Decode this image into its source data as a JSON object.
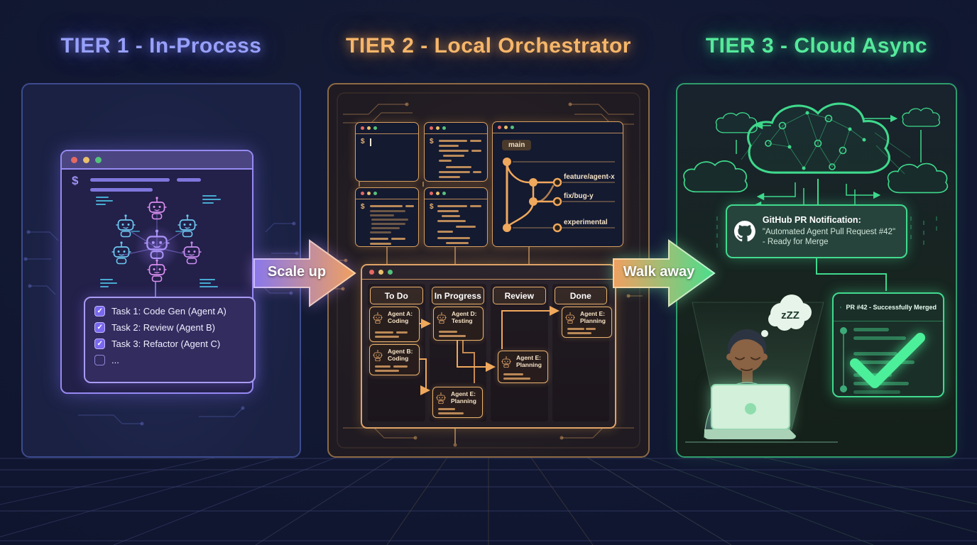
{
  "tier1": {
    "title": "TIER 1 - In-Process",
    "terminal_prompt": "$",
    "tasks": [
      {
        "label": "Task 1: Code Gen (Agent A)",
        "checked": true
      },
      {
        "label": "Task 2: Review (Agent B)",
        "checked": true
      },
      {
        "label": "Task 3: Refactor (Agent C)",
        "checked": true
      },
      {
        "label": "...",
        "checked": false
      }
    ]
  },
  "arrows": {
    "scale_up": "Scale up",
    "walk_away": "Walk away"
  },
  "tier2": {
    "title": "TIER 2 - Local Orchestrator",
    "terminal_prompt": "$",
    "git": {
      "main_branch": "main",
      "branches": [
        "feature/agent-x",
        "fix/bug-y",
        "experimental"
      ]
    },
    "kanban": {
      "columns": [
        "To Do",
        "In Progress",
        "Review",
        "Done"
      ],
      "cards": [
        {
          "column": "To Do",
          "label": "Agent A: Coding"
        },
        {
          "column": "To Do",
          "label": "Agent B: Coding"
        },
        {
          "column": "In Progress",
          "label": "Agent D: Testing"
        },
        {
          "column": "In Progress",
          "label": "Agent E: Planning"
        },
        {
          "column": "Review",
          "label": "Agent E: Planning"
        },
        {
          "column": "Done",
          "label": "Agent E: Planning"
        }
      ]
    }
  },
  "tier3": {
    "title": "TIER 3 - Cloud Async",
    "notification": {
      "title": "GitHub PR Notification:",
      "body": "\"Automated Agent Pull Request #42\" - Ready for Merge"
    },
    "pr_card": {
      "title": "PR #42 - Successfully Merged"
    },
    "sleep": "zZZ"
  },
  "colors": {
    "tier1_accent": "#97a0fa",
    "tier2_accent": "#f6b66a",
    "tier3_accent": "#55ea9b"
  }
}
